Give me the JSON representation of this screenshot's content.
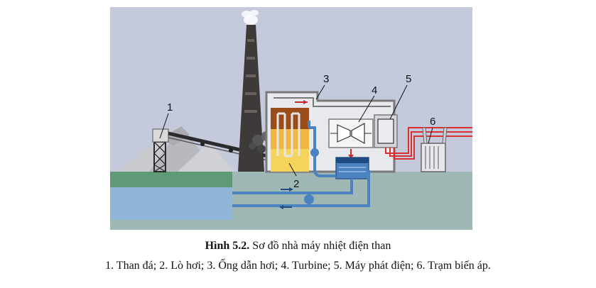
{
  "diagram": {
    "labels": [
      "1",
      "2",
      "3",
      "4",
      "5",
      "6"
    ]
  },
  "caption": {
    "figure_label": "Hình 5.2.",
    "title": "Sơ đồ nhà máy nhiệt điện than",
    "legend": "1. Than đá; 2. Lò hơi; 3. Ống dẫn hơi; 4. Turbine; 5. Máy phát điện; 6. Trạm biến áp."
  },
  "colors": {
    "sky": "#c4cadb",
    "ground": "#9fb7b5",
    "grass": "#5f9a76",
    "water": "#8fb6d6",
    "pipe": "#4a83c0",
    "chimney": "#3f3a3a",
    "steam_line": "#cc2b2b",
    "power_line": "#d83030",
    "building": "#e8e9ec"
  }
}
